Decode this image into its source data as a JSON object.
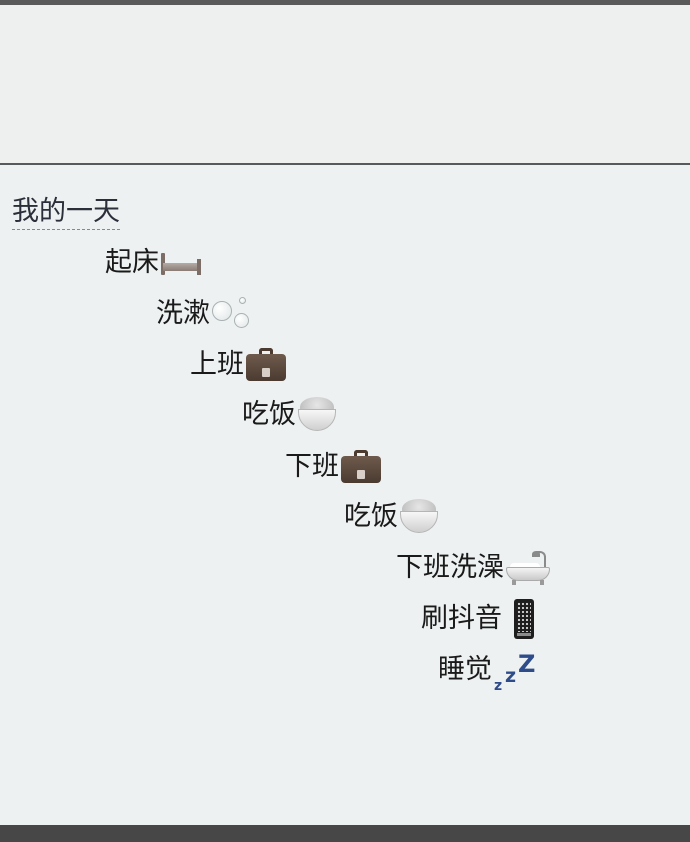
{
  "page": {
    "title": "我的一天",
    "colors": {
      "background": "#edf1f1",
      "text": "#1a1a1a",
      "title_underline": "#7a86b8",
      "zzz": "#2f4c8a",
      "top_bar": "#5a5a5a",
      "bottom_bar": "#474747"
    }
  },
  "schedule": [
    {
      "label": "起床",
      "icon": "bed-icon"
    },
    {
      "label": "洗漱",
      "icon": "bubbles-icon"
    },
    {
      "label": "上班",
      "icon": "briefcase-icon"
    },
    {
      "label": "吃饭",
      "icon": "rice-bowl-icon"
    },
    {
      "label": "下班",
      "icon": "briefcase-icon"
    },
    {
      "label": "吃饭",
      "icon": "rice-bowl-icon"
    },
    {
      "label": "下班洗澡",
      "icon": "bathtub-icon"
    },
    {
      "label": "刷抖音",
      "icon": "mobile-phone-icon"
    },
    {
      "label": "睡觉",
      "icon": "zzz-icon"
    }
  ],
  "zzz": {
    "z1": "z",
    "z2": "z",
    "z3": "Z"
  }
}
